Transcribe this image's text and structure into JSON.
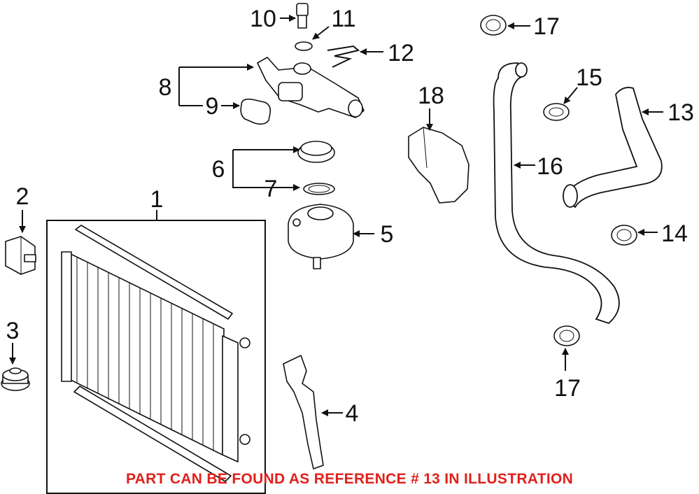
{
  "callouts": {
    "c1": "1",
    "c2": "2",
    "c3": "3",
    "c4": "4",
    "c5": "5",
    "c6": "6",
    "c7": "7",
    "c8": "8",
    "c9": "9",
    "c10": "10",
    "c11": "11",
    "c12": "12",
    "c13": "13",
    "c14": "14",
    "c15": "15",
    "c16": "16",
    "c17a": "17",
    "c17b": "17",
    "c18": "18"
  },
  "caption": "PART CAN BE FOUND AS REFERENCE # 13 IN ILLUSTRATION",
  "colors": {
    "caption": "#e0201c",
    "linework": "#111111",
    "background": "#ffffff"
  }
}
